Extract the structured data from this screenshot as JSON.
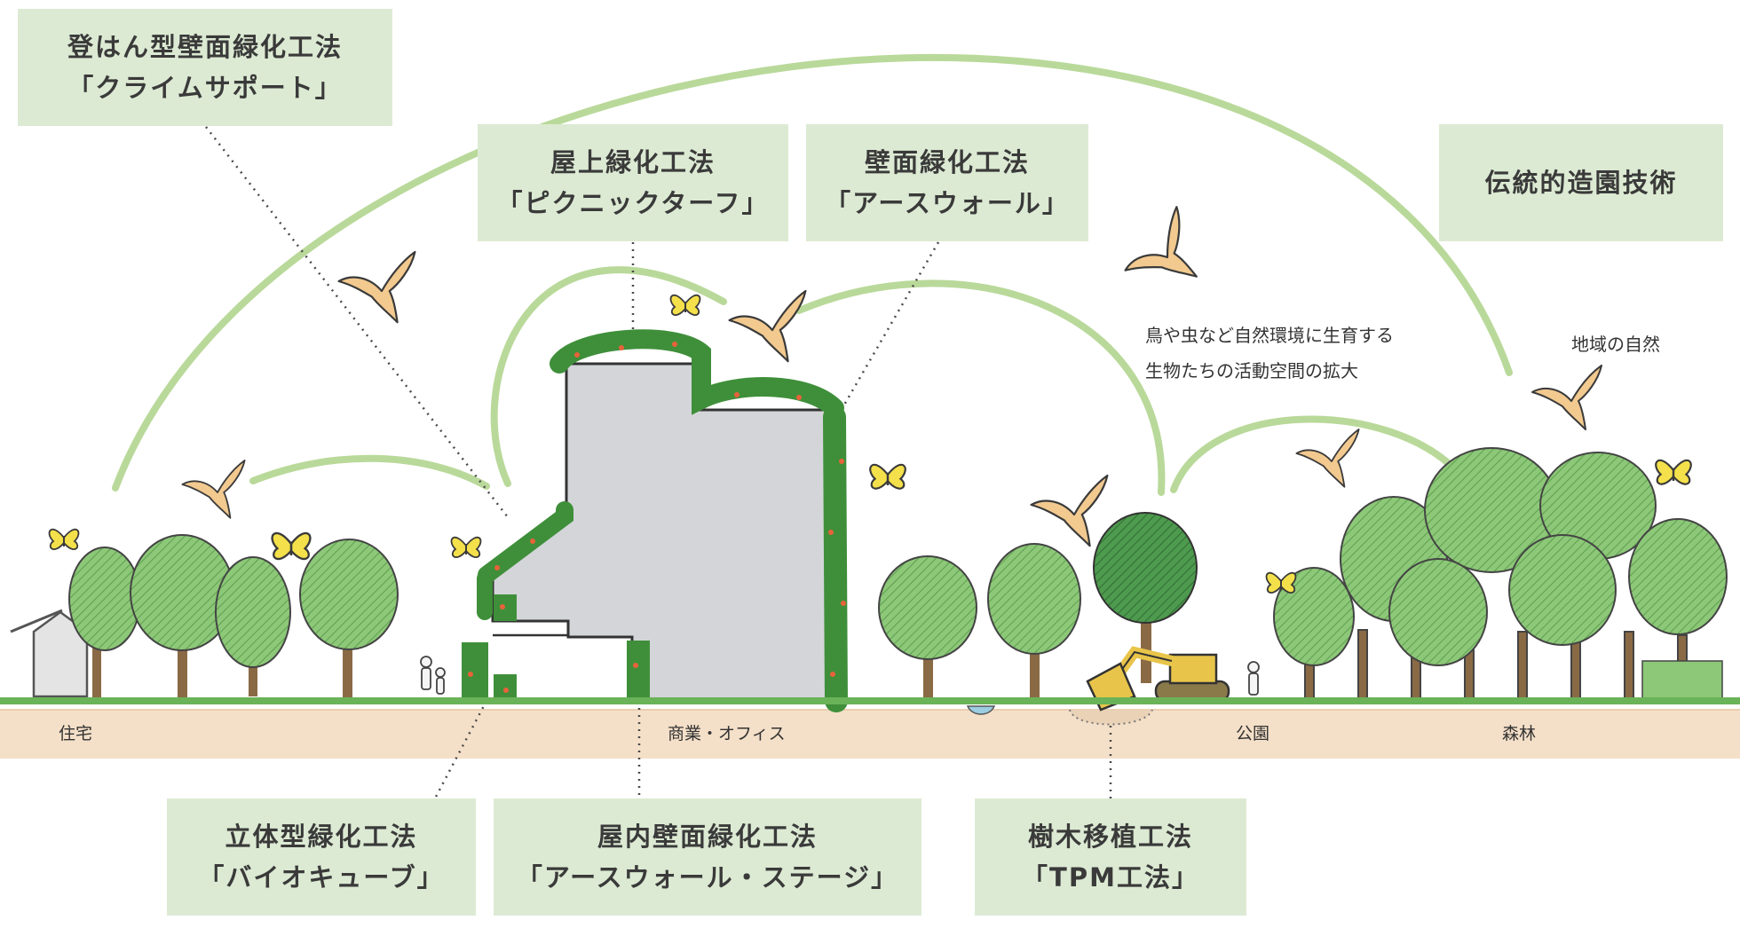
{
  "labels": {
    "climb_support": {
      "line1": "登はん型壁面緑化工法",
      "line2": "「クライムサポート」"
    },
    "rooftop": {
      "line1": "屋上緑化工法",
      "line2": "「ピクニックターフ」"
    },
    "wall": {
      "line1": "壁面緑化工法",
      "line2": "「アースウォール」"
    },
    "traditional": {
      "line1": "伝統的造園技術"
    },
    "bio_cube": {
      "line1": "立体型緑化工法",
      "line2": "「バイオキューブ」"
    },
    "indoor_wall": {
      "line1": "屋内壁面緑化工法",
      "line2": "「アースウォール・ステージ」"
    },
    "tpm": {
      "line1": "樹木移植工法",
      "line2": "「TPM工法」"
    }
  },
  "notes": {
    "habitat": {
      "line1": "鳥や虫など自然環境に生育する",
      "line2": "生物たちの活動空間の拡大"
    },
    "regional_nature": "地域の自然"
  },
  "ground_labels": {
    "residential": "住宅",
    "commercial": "商業・オフィス",
    "park": "公園",
    "forest": "森林"
  },
  "colors": {
    "label_bg": "#dcead3",
    "arc": "#b9d99a",
    "ground": "#f4dfc8",
    "tree_light": "#8cc878",
    "tree_dark": "#4e9a4e",
    "building": "#d3d5d9",
    "green_wall": "#3f8f3a",
    "bird": "#f2c98f",
    "butterfly": "#f4e04a"
  }
}
